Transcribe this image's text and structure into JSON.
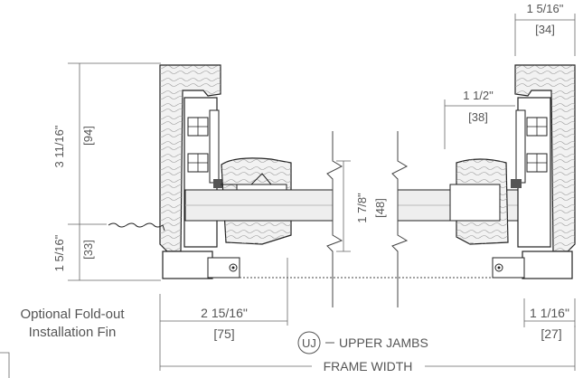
{
  "title": "",
  "dimensions": {
    "top_right": {
      "imperial": "1 5/16\"",
      "metric": "[34]"
    },
    "sash_right": {
      "imperial": "1 1/2\"",
      "metric": "[38]"
    },
    "depth_left": {
      "imperial": "3 11/16\"",
      "metric": "[94]"
    },
    "lower_left": {
      "imperial": "1 5/16\"",
      "metric": "[33]"
    },
    "glass": {
      "imperial": "1 7/8\"",
      "metric": "[48]"
    },
    "bottom_left": {
      "imperial": "2 15/16\"",
      "metric": "[75]"
    },
    "bottom_right": {
      "imperial": "1 1/16\"",
      "metric": "[27]"
    }
  },
  "fin_label": {
    "line1": "Optional Fold-out",
    "line2": "Installation Fin"
  },
  "legend": {
    "badge": "UJ",
    "text": "UPPER JAMBS"
  },
  "frame_width_label": "FRAME WIDTH",
  "colors": {
    "wood": "#f2f2f2",
    "outline": "#222222",
    "dimension": "#666666",
    "glass": "#eeeeee"
  }
}
